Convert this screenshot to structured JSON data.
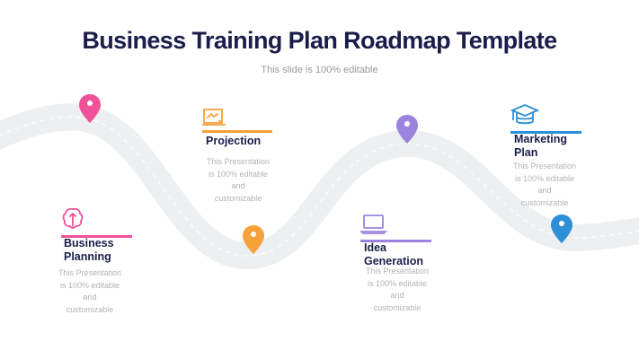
{
  "header": {
    "title": "Business Training Plan Roadmap Template",
    "subtitle": "This slide is 100% editable"
  },
  "colors": {
    "title": "#1b1d4a",
    "road": "#eeeff0",
    "road_dash": "#ffffff",
    "pink": "#f0529a",
    "orange": "#f7a13a",
    "purple": "#9b84df",
    "blue": "#2e8fd6"
  },
  "steps": [
    {
      "id": "business-planning",
      "label_line1": "Business",
      "label_line2": "Planning",
      "icon": "brain-icon",
      "color": "#f0529a",
      "desc": [
        "This Presentation",
        "is 100% editable",
        "and",
        "customizable"
      ]
    },
    {
      "id": "projection",
      "label_line1": "Projection",
      "label_line2": "",
      "icon": "chart-monitor-icon",
      "color": "#f7a13a",
      "desc": [
        "This Presentation",
        "is 100% editable",
        "and",
        "customizable"
      ]
    },
    {
      "id": "idea-generation",
      "label_line1": "Idea",
      "label_line2": "Generation",
      "icon": "laptop-icon",
      "color": "#9b84df",
      "desc": [
        "This Presentation",
        "is 100% editable",
        "and",
        "customizable"
      ]
    },
    {
      "id": "marketing-plan",
      "label_line1": "Marketing",
      "label_line2": "Plan",
      "icon": "graduation-cap-icon",
      "color": "#2e8fd6",
      "desc": [
        "This Presentation",
        "is 100% editable",
        "and",
        "customizable"
      ]
    }
  ],
  "pins": [
    {
      "name": "pin-pink",
      "color": "#f0529a"
    },
    {
      "name": "pin-orange",
      "color": "#f7a13a"
    },
    {
      "name": "pin-purple",
      "color": "#9b84df"
    },
    {
      "name": "pin-blue",
      "color": "#2e8fd6"
    }
  ]
}
